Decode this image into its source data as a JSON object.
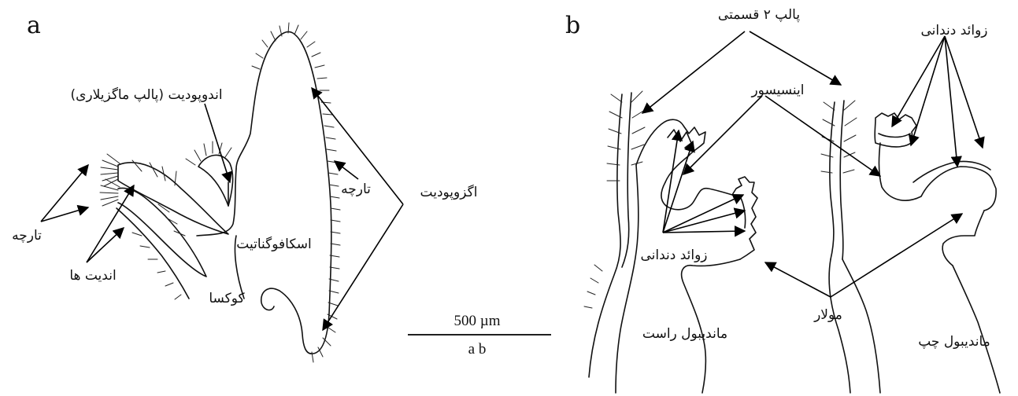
{
  "panels": {
    "a": "a",
    "b": "b"
  },
  "labels_a": {
    "endopodite": "اندوپودیت (پالپ ماگزیلاری)",
    "lobe_right": "تارچه",
    "lobe_left": "تارچه",
    "exopodite": "اگزوپودیت",
    "scaphognathite": "اسکافوگناتیت",
    "endites": "اندیت ها",
    "coxa": "کوکسا"
  },
  "labels_b": {
    "palp": "پالپ ۲ قسمتی",
    "teeth_top": "زوائد دندانی",
    "incisor": "اینسیسور",
    "teeth_bottom": "زوائد دندانی",
    "molar": "مولار",
    "right_mandible": "ماندیبول راست",
    "left_mandible": "ماندیبول چپ"
  },
  "scale_bar": {
    "value": "500 µm",
    "panels": "a b"
  }
}
